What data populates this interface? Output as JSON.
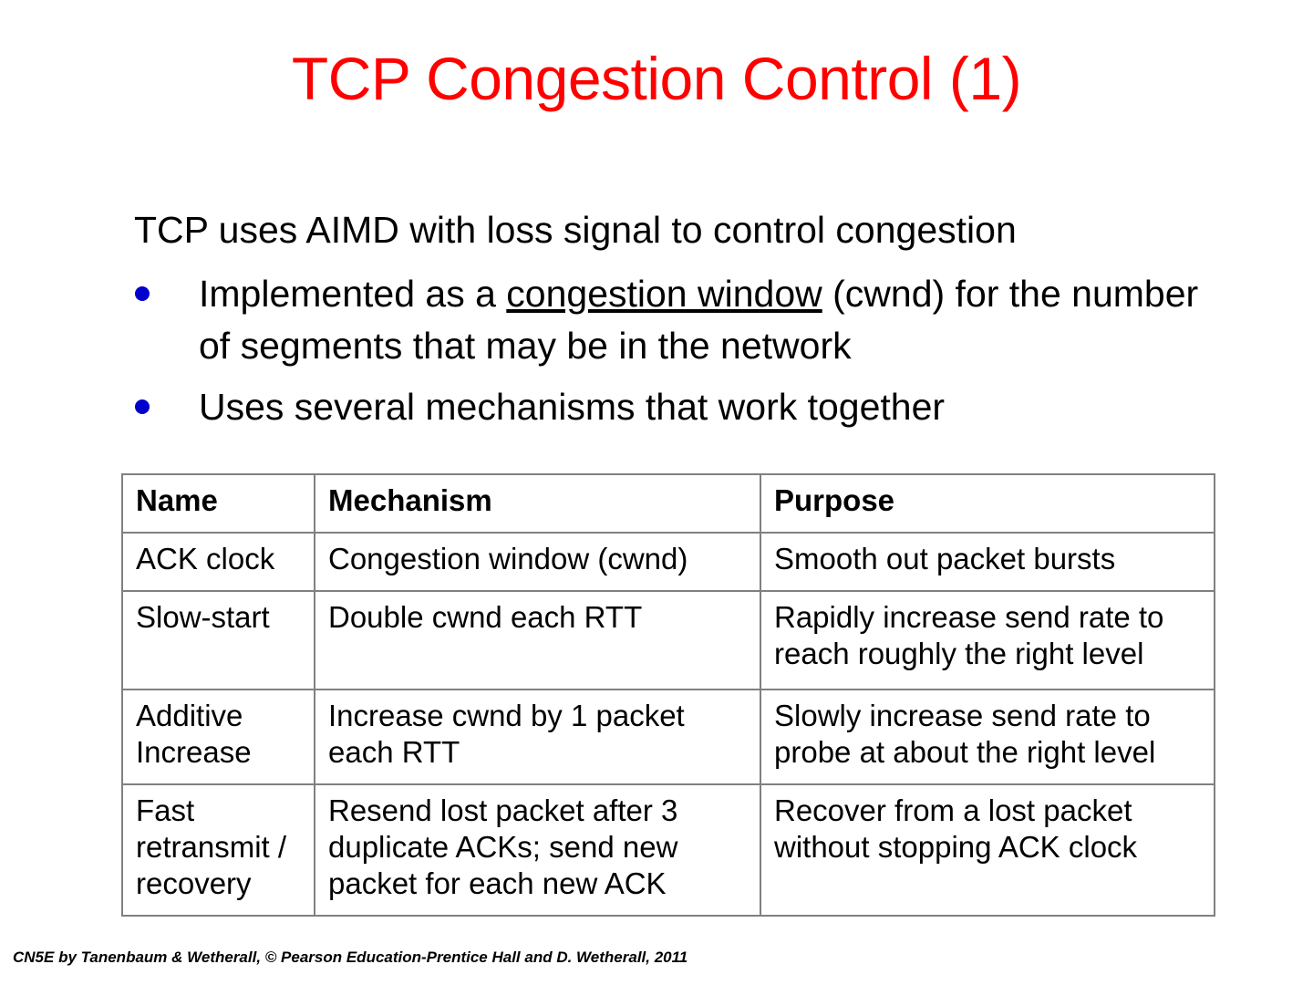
{
  "slide": {
    "title": "TCP Congestion Control (1)",
    "title_color": "#ff0000",
    "bullet_color": "#0000cc",
    "table_border_color": "#808080",
    "background": "#ffffff"
  },
  "body": {
    "lead": "TCP uses AIMD with loss signal to control congestion",
    "bullets": [
      {
        "pre": "Implemented as a ",
        "underlined": "congestion window",
        "post": " (cwnd) for the number of segments that may be in the network"
      },
      {
        "pre": "Uses several mechanisms that work together",
        "underlined": "",
        "post": ""
      }
    ]
  },
  "table": {
    "headers": [
      "Name",
      "Mechanism",
      "Purpose"
    ],
    "rows": [
      {
        "name": "ACK clock",
        "mechanism": "Congestion window (cwnd)",
        "purpose": "Smooth out packet bursts"
      },
      {
        "name": "Slow-start",
        "mechanism": "Double cwnd each RTT",
        "purpose": "Rapidly increase send rate to reach roughly the right level"
      },
      {
        "name": "Additive Increase",
        "mechanism": "Increase cwnd by 1 packet each RTT",
        "purpose": "Slowly increase send rate to probe at about the right level"
      },
      {
        "name": "Fast retransmit / recovery",
        "mechanism": "Resend lost packet after 3 duplicate ACKs; send new packet for each new ACK",
        "purpose": "Recover from a lost packet without stopping ACK clock"
      }
    ]
  },
  "footer": {
    "credit": "CN5E by Tanenbaum & Wetherall, © Pearson Education-Prentice Hall and D. Wetherall, 2011"
  }
}
